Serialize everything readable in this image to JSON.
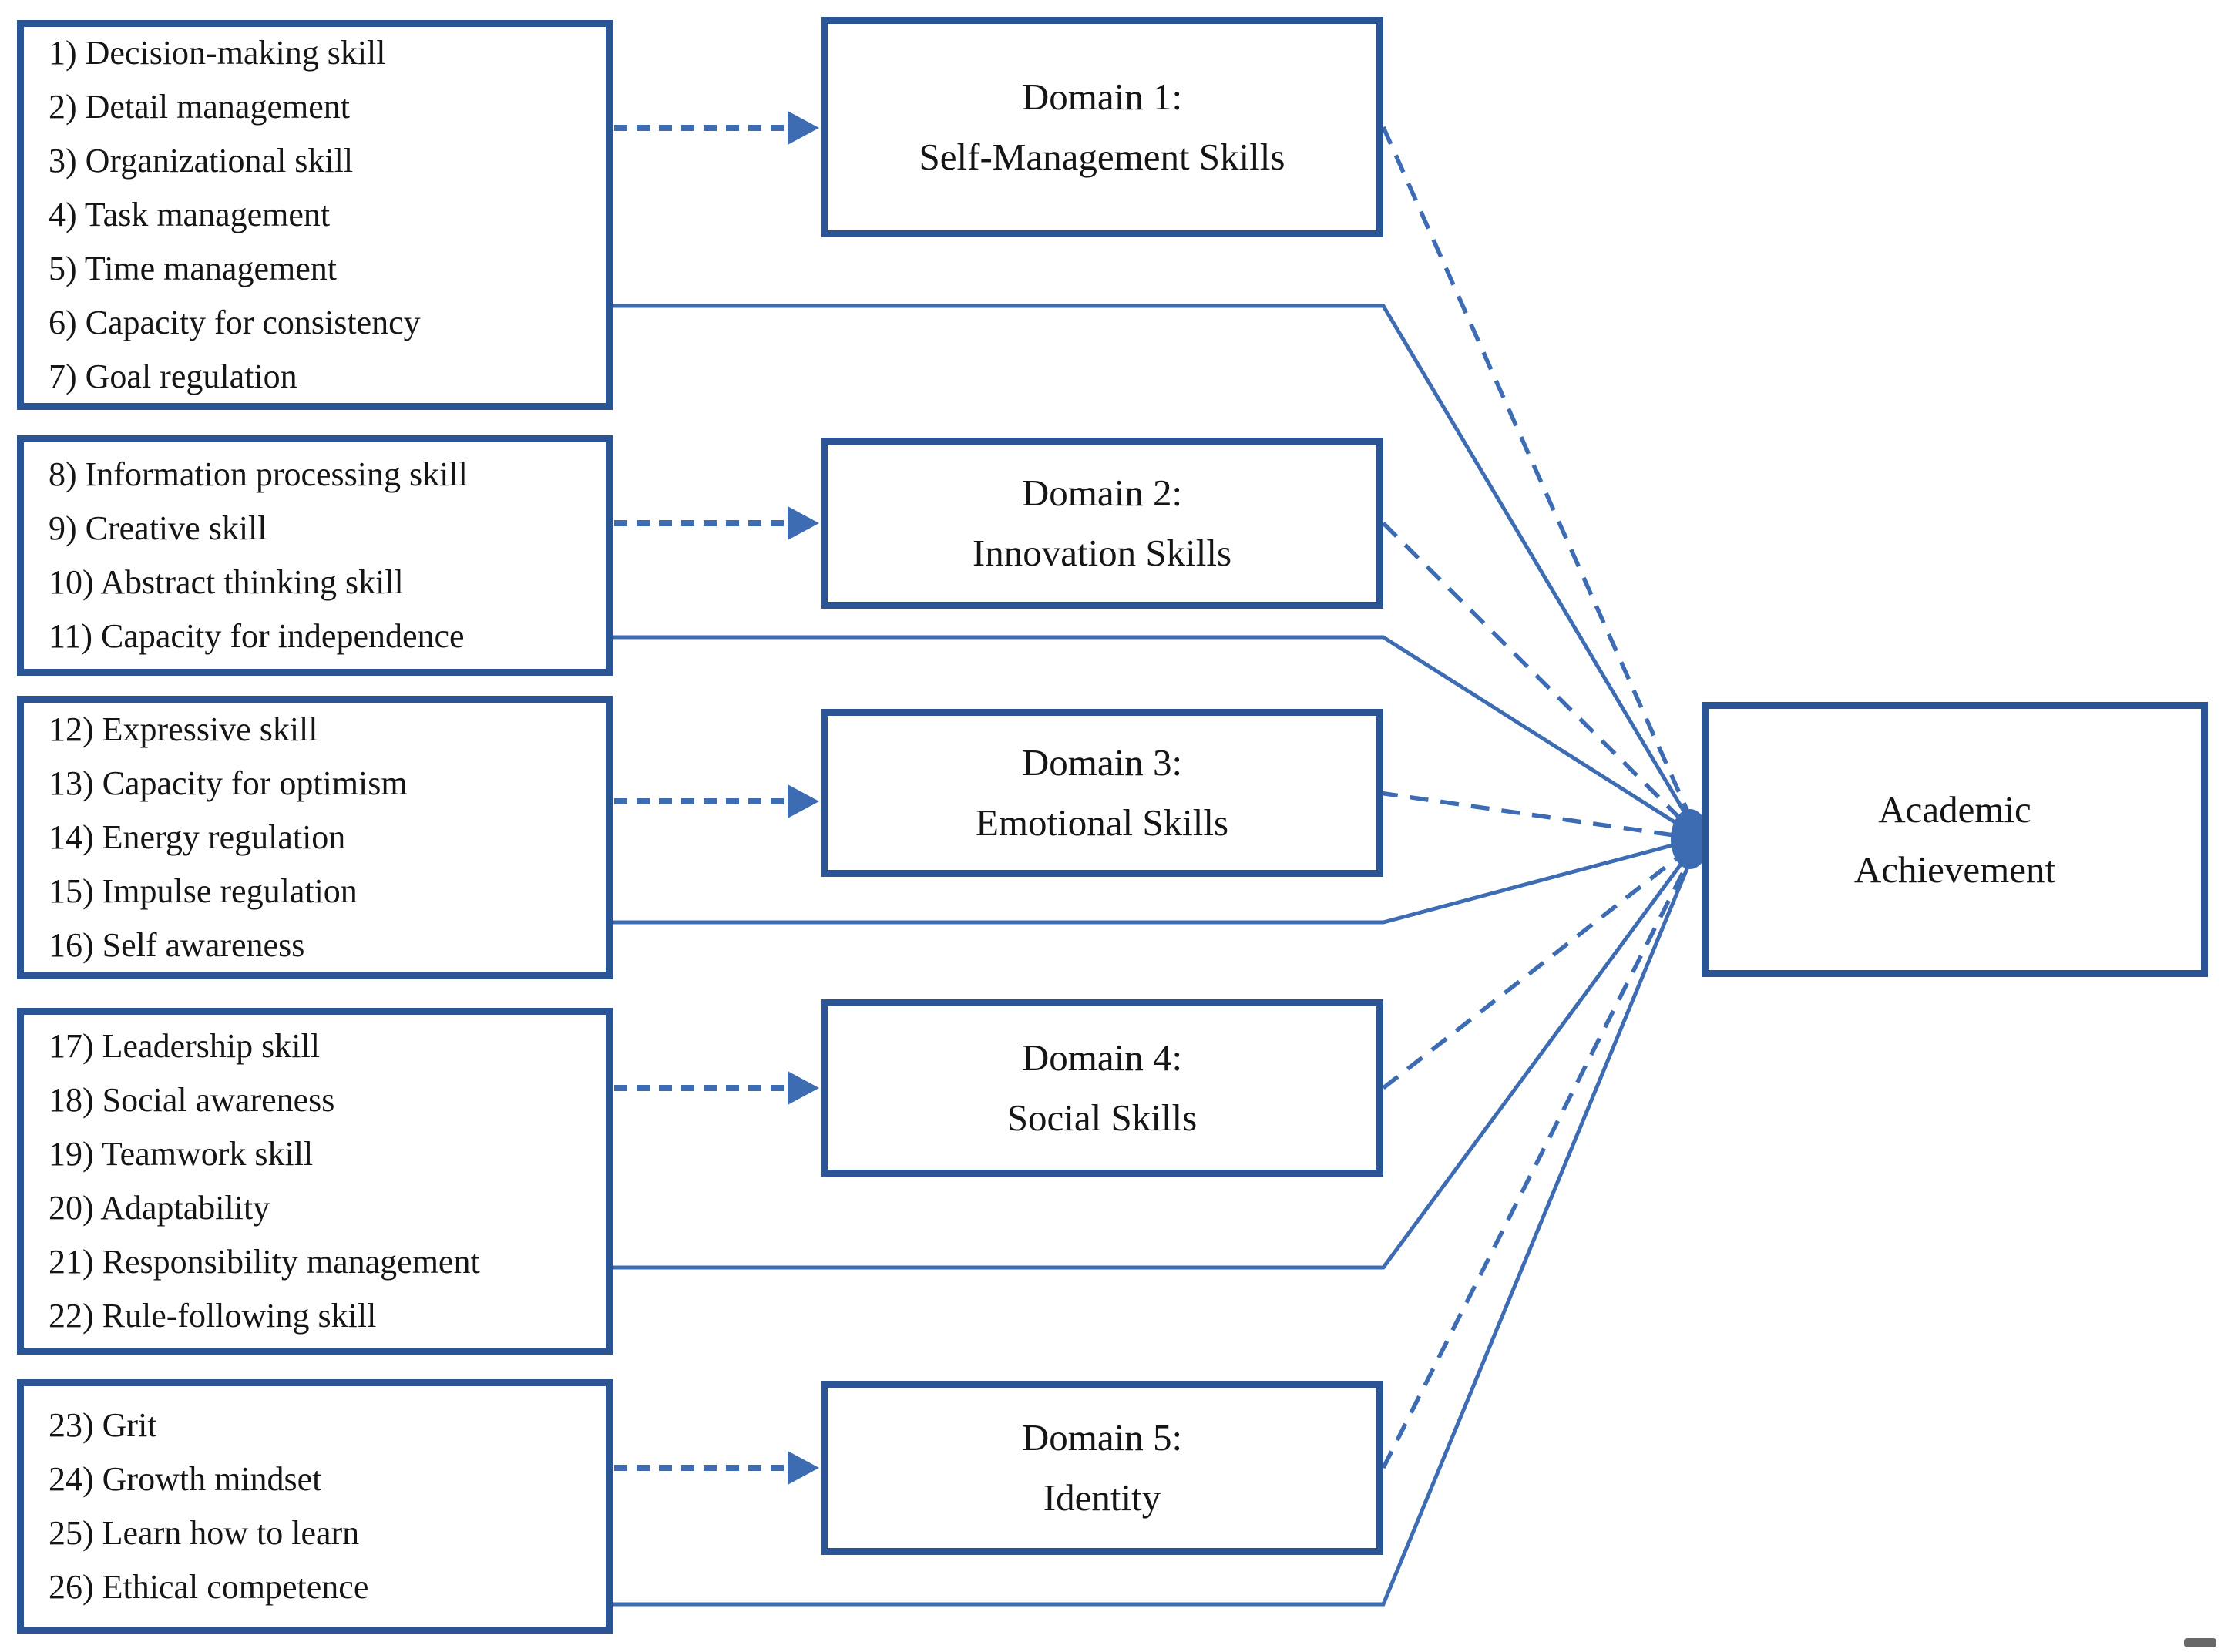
{
  "diagram": {
    "skill_boxes": [
      {
        "items": [
          "1) Decision-making skill",
          "2) Detail management",
          "3) Organizational skill",
          "4) Task management",
          "5) Time management",
          "6) Capacity for consistency",
          "7) Goal regulation"
        ]
      },
      {
        "items": [
          "8) Information processing skill",
          "9) Creative skill",
          "10) Abstract thinking skill",
          "11) Capacity for independence"
        ]
      },
      {
        "items": [
          "12) Expressive skill",
          "13) Capacity for optimism",
          "14) Energy regulation",
          "15) Impulse regulation",
          "16) Self awareness"
        ]
      },
      {
        "items": [
          "17) Leadership skill",
          "18) Social awareness",
          "19) Teamwork skill",
          "20) Adaptability",
          "21) Responsibility management",
          "22) Rule-following skill"
        ]
      },
      {
        "items": [
          "23) Grit",
          "24) Growth mindset",
          "25) Learn how to learn",
          "26) Ethical competence"
        ]
      }
    ],
    "domain_boxes": [
      {
        "line1": "Domain 1:",
        "line2": "Self-Management Skills"
      },
      {
        "line1": "Domain 2:",
        "line2": "Innovation Skills"
      },
      {
        "line1": "Domain 3:",
        "line2": "Emotional Skills"
      },
      {
        "line1": "Domain 4:",
        "line2": "Social Skills"
      },
      {
        "line1": "Domain 5:",
        "line2": "Identity"
      }
    ],
    "outcome_box": {
      "line1": "Academic",
      "line2": "Achievement"
    },
    "connections": {
      "skill_to_domain_style": "dashed-arrow",
      "skill_to_outcome_style": "solid-elbow",
      "domain_to_outcome_style": "dashed"
    },
    "colors": {
      "box_border": "#2a5493",
      "connector_blue": "#3e6cb3",
      "text": "#151515",
      "background": "#ffffff"
    }
  }
}
